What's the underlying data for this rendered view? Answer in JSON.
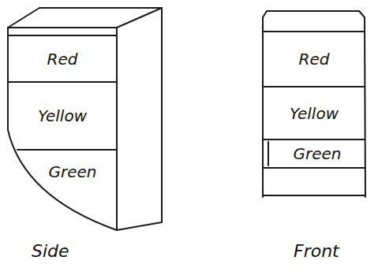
{
  "diagram": {
    "nodes": [
      {
        "text": [
          "Red"
        ]
      },
      {
        "text": [
          "Yellow"
        ]
      },
      {
        "text": [
          "Green"
        ]
      },
      {
        "text": [
          "Red"
        ]
      },
      {
        "text": [
          "Yellow"
        ]
      },
      {
        "text": [
          "Green"
        ]
      }
    ],
    "labels": [
      "Side",
      "Front"
    ]
  }
}
